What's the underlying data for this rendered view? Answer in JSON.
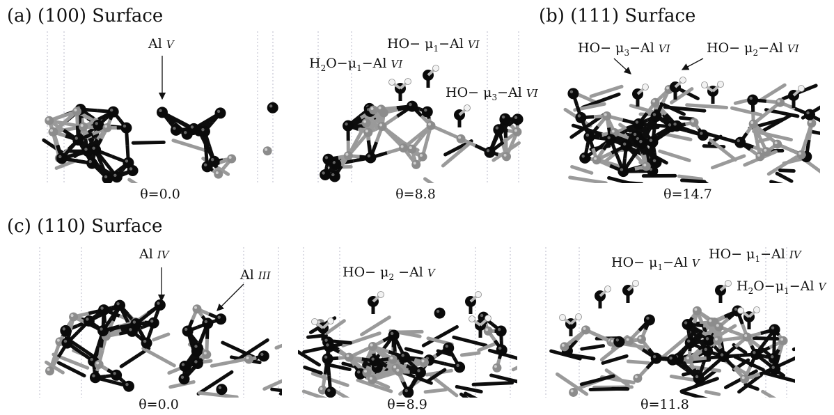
{
  "sections": {
    "a": "(a) (100) Surface",
    "b": "(b) (111) Surface",
    "c": "(c) (110) Surface"
  },
  "panels": [
    {
      "id": "a1",
      "theta": "θ=0.0"
    },
    {
      "id": "a2",
      "theta": "θ=8.8"
    },
    {
      "id": "b1",
      "theta": "θ=14.7"
    },
    {
      "id": "c1",
      "theta": "θ=0.0"
    },
    {
      "id": "c2",
      "theta": "θ=8.9"
    },
    {
      "id": "c3",
      "theta": "θ=11.8"
    }
  ],
  "labels": {
    "a1_alv": {
      "pre": "Al",
      "sub": "",
      "mid": "",
      "site": "V"
    },
    "a2_h2o_mu1": {
      "pre": "H",
      "sub": "2",
      "mid": "O−μ",
      "sub2": "1",
      "post": "−Al",
      "site": "VI"
    },
    "a2_ho_mu1": {
      "pre": "HO− μ",
      "sub": "1",
      "post": "−Al",
      "site": "VI"
    },
    "a2_ho_mu3": {
      "pre": "HO− μ",
      "sub": "3",
      "post": "−Al",
      "site": "VI"
    },
    "b1_ho_mu3": {
      "pre": "HO− μ",
      "sub": "3",
      "post": "−Al",
      "site": "VI"
    },
    "b1_ho_mu2": {
      "pre": "HO− μ",
      "sub": "2",
      "post": "−Al",
      "site": "VI"
    },
    "c1_aliv": {
      "pre": "Al",
      "sub": "",
      "post": "",
      "site": "IV"
    },
    "c1_aliii": {
      "pre": "Al",
      "sub": "",
      "post": "",
      "site": "III"
    },
    "c2_ho_mu2": {
      "pre": "HO− μ",
      "sub": "2",
      "post": " −Al",
      "site": "V"
    },
    "c3_ho_mu1_v": {
      "pre": "HO− μ",
      "sub": "1",
      "post": "−Al",
      "site": "V"
    },
    "c3_ho_mu1_iv": {
      "pre": "HO− μ",
      "sub": "1",
      "post": "−Al",
      "site": "IV"
    },
    "c3_h2o_mu1": {
      "pre": "H",
      "sub": "2",
      "mid": "O−μ",
      "sub2": "1",
      "post": "−Al",
      "site": "V"
    }
  },
  "colors": {
    "oxygen": "#0a0a0a",
    "aluminum": "#8c8c8c",
    "hydrogen": "#f2f2f2",
    "bond_dark": "#0d0d0d",
    "bond_light": "#9a9a9a",
    "cell_line": "#b8b8c8"
  }
}
